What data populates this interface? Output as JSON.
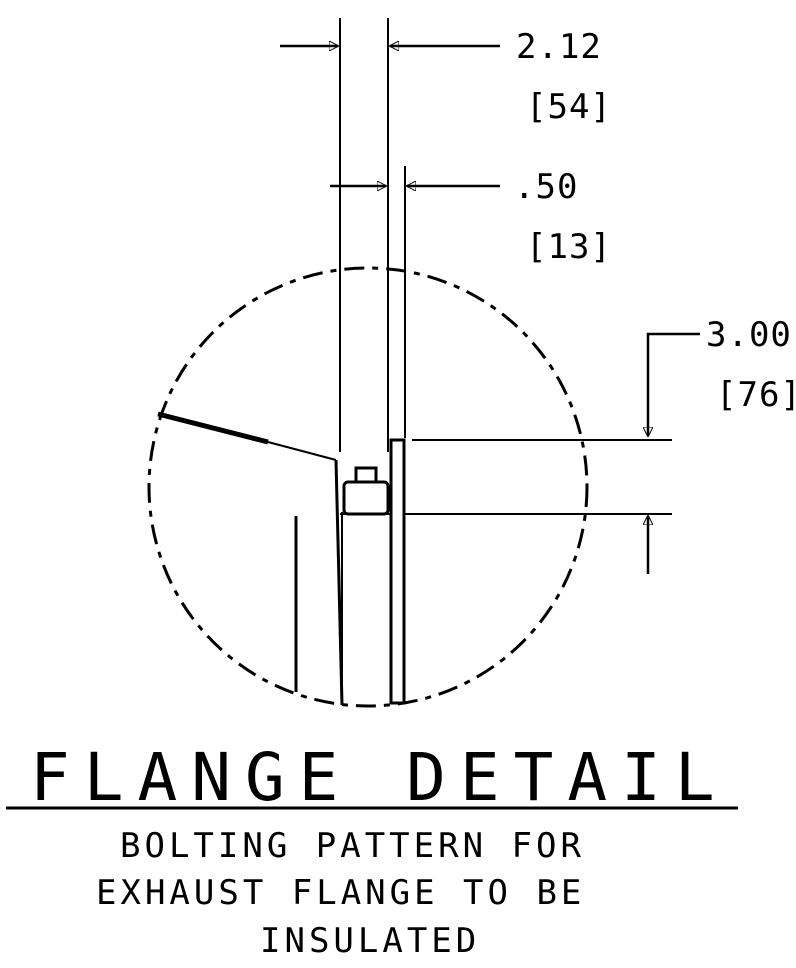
{
  "dimensions": {
    "width_overall": {
      "value": "2.12",
      "metric": "[54]"
    },
    "width_flange": {
      "value": ".50",
      "metric": "[13]"
    },
    "height_offset": {
      "value": "3.00",
      "metric": "[76]"
    }
  },
  "title": "FLANGE DETAIL",
  "note": {
    "line1": "BOLTING PATTERN FOR",
    "line2": "EXHAUST FLANGE TO BE",
    "line3": "INSULATED"
  }
}
